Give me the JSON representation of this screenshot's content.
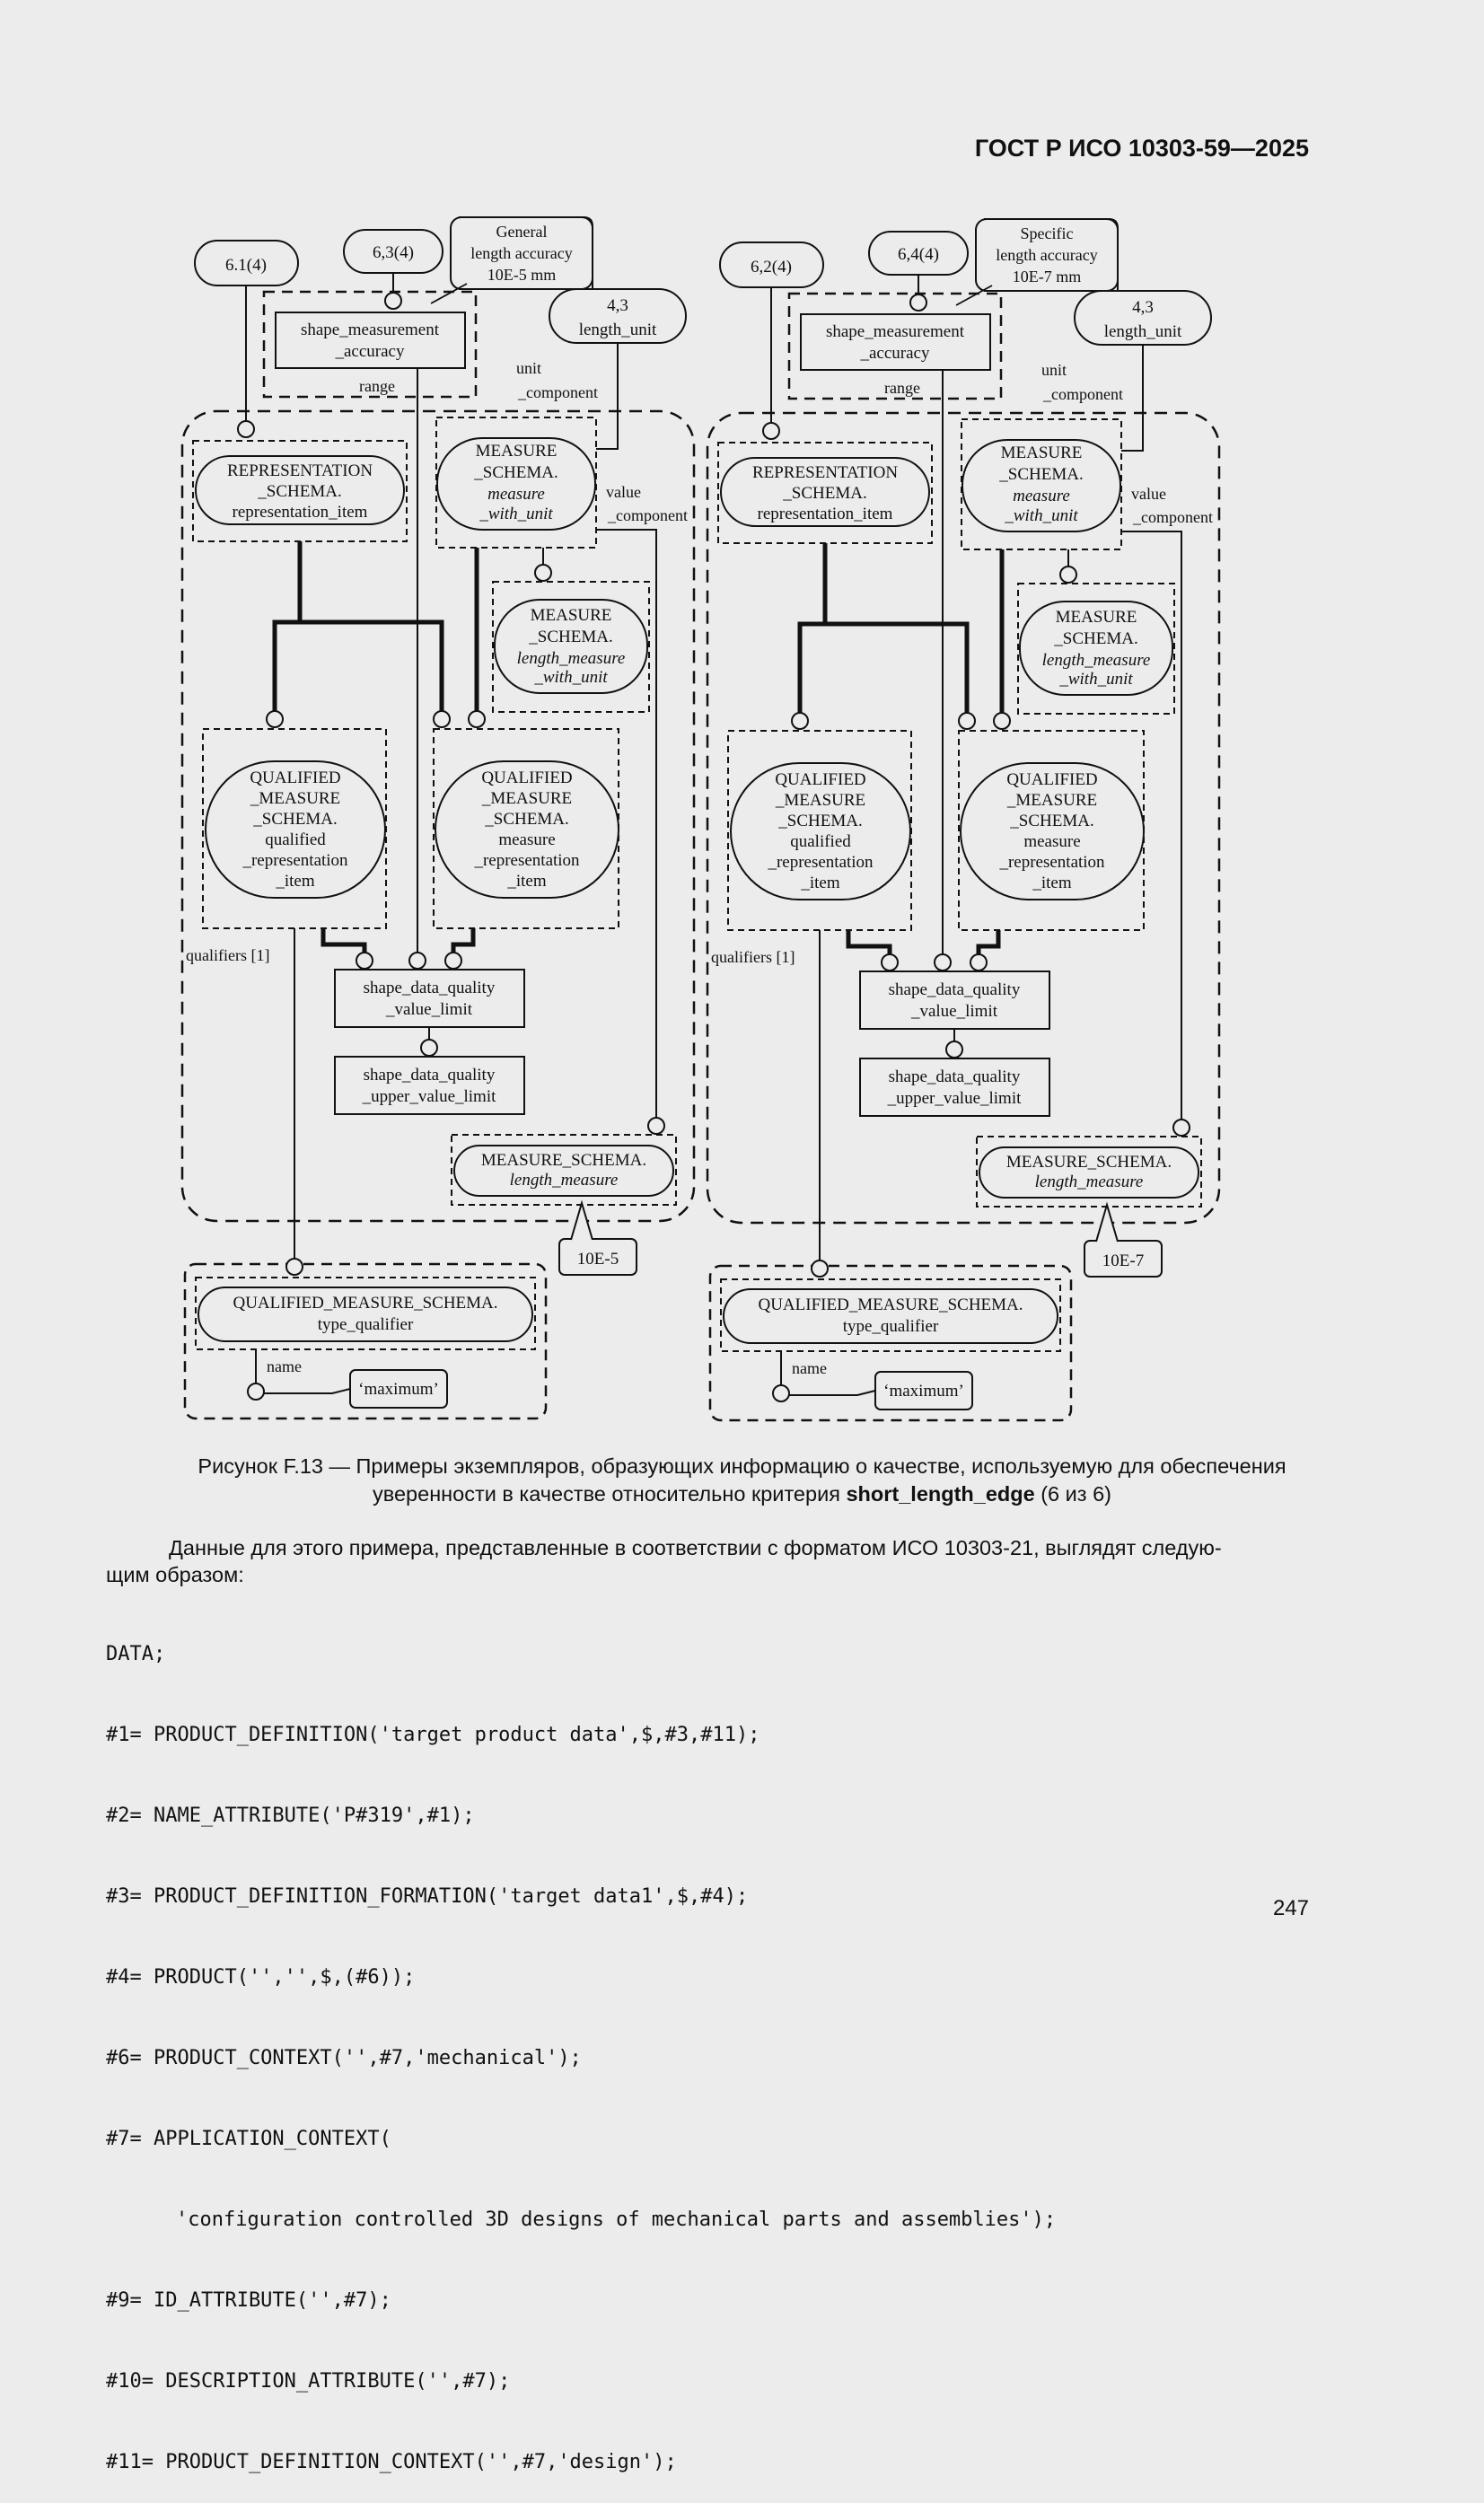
{
  "header": {
    "standard": "ГОСТ Р ИСО 10303-59—2025"
  },
  "diagram": {
    "left": {
      "refs": [
        "6.1(4)",
        "6,3(4)",
        "4,3"
      ],
      "ref_length_unit": "length_unit",
      "note_lines": [
        "General",
        "length accuracy",
        "10E-5 mm"
      ],
      "accuracy_box": [
        "shape_measurement",
        "_accuracy"
      ],
      "range_label": "range",
      "unit_component_label": [
        "unit",
        "_component"
      ],
      "value_component_label": [
        "value",
        "_component"
      ],
      "representation_item": [
        "REPRESENTATION",
        "_SCHEMA.",
        "representation_item"
      ],
      "measure_with_unit": [
        "MEASURE",
        "_SCHEMA.",
        "measure",
        "_with_unit"
      ],
      "length_measure_with_unit": [
        "MEASURE",
        "_SCHEMA.",
        "length_measure",
        "_with_unit"
      ],
      "qualified_repr": [
        "QUALIFIED",
        "_MEASURE",
        "_SCHEMA.",
        "qualified",
        "_representation",
        "_item"
      ],
      "measure_repr": [
        "QUALIFIED",
        "_MEASURE",
        "_SCHEMA.",
        "measure",
        "_representation",
        "_item"
      ],
      "qualifiers_label": "qualifiers [1]",
      "value_limit": [
        "shape_data_quality",
        "_value_limit"
      ],
      "upper_value_limit": [
        "shape_data_quality",
        "_upper_value_limit"
      ],
      "length_measure": [
        "MEASURE_SCHEMA.",
        "length_measure"
      ],
      "value_note": "10E-5",
      "type_qualifier": [
        "QUALIFIED_MEASURE_SCHEMA.",
        "type_qualifier"
      ],
      "name_label": "name",
      "name_value": "‘maximum’"
    },
    "right": {
      "refs": [
        "6,2(4)",
        "6,4(4)",
        "4,3"
      ],
      "ref_length_unit": "length_unit",
      "note_lines": [
        "Specific",
        "length accuracy",
        "10E-7 mm"
      ],
      "accuracy_box": [
        "shape_measurement",
        "_accuracy"
      ],
      "range_label": "range",
      "unit_component_label": [
        "unit",
        "_component"
      ],
      "value_component_label": [
        "value",
        "_component"
      ],
      "representation_item": [
        "REPRESENTATION",
        "_SCHEMA.",
        "representation_item"
      ],
      "measure_with_unit": [
        "MEASURE",
        "_SCHEMA.",
        "measure",
        "_with_unit"
      ],
      "length_measure_with_unit": [
        "MEASURE",
        "_SCHEMA.",
        "length_measure",
        "_with_unit"
      ],
      "qualified_repr": [
        "QUALIFIED",
        "_MEASURE",
        "_SCHEMA.",
        "qualified",
        "_representation",
        "_item"
      ],
      "measure_repr": [
        "QUALIFIED",
        "_MEASURE",
        "_SCHEMA.",
        "measure",
        "_representation",
        "_item"
      ],
      "qualifiers_label": "qualifiers [1]",
      "value_limit": [
        "shape_data_quality",
        "_value_limit"
      ],
      "upper_value_limit": [
        "shape_data_quality",
        "_upper_value_limit"
      ],
      "length_measure": [
        "MEASURE_SCHEMA.",
        "length_measure"
      ],
      "value_note": "10E-7",
      "type_qualifier": [
        "QUALIFIED_MEASURE_SCHEMA.",
        "type_qualifier"
      ],
      "name_label": "name",
      "name_value": "‘maximum’"
    }
  },
  "caption": {
    "line1": "Рисунок F.13 — Примеры экземпляров, образующих информацию о качестве, используемую для обеспечения",
    "line2_prefix": "уверенности в качестве относительно критерия ",
    "line2_bold": "short_length_edge",
    "line2_suffix": " (6 из 6)"
  },
  "paragraph": {
    "line1": "Данные для этого примера, представленные в соответствии с форматом ИСО 10303-21, выглядят следую-",
    "line2": "щим образом:"
  },
  "code": [
    "DATA;",
    "#1= PRODUCT_DEFINITION('target product data',$,#3,#11);",
    "#2= NAME_ATTRIBUTE('P#319',#1);",
    "#3= PRODUCT_DEFINITION_FORMATION('target data1',$,#4);",
    "#4= PRODUCT('','',$,(#6));",
    "#6= PRODUCT_CONTEXT('',#7,'mechanical');",
    "#7= APPLICATION_CONTEXT(",
    "'configuration controlled 3D designs of mechanical parts and assemblies');",
    "#9= ID_ATTRIBUTE('',#7);",
    "#10= DESCRIPTION_ATTRIBUTE('',#7);",
    "#11= PRODUCT_DEFINITION_CONTEXT('',#7,'design');"
  ],
  "page_number": "247"
}
